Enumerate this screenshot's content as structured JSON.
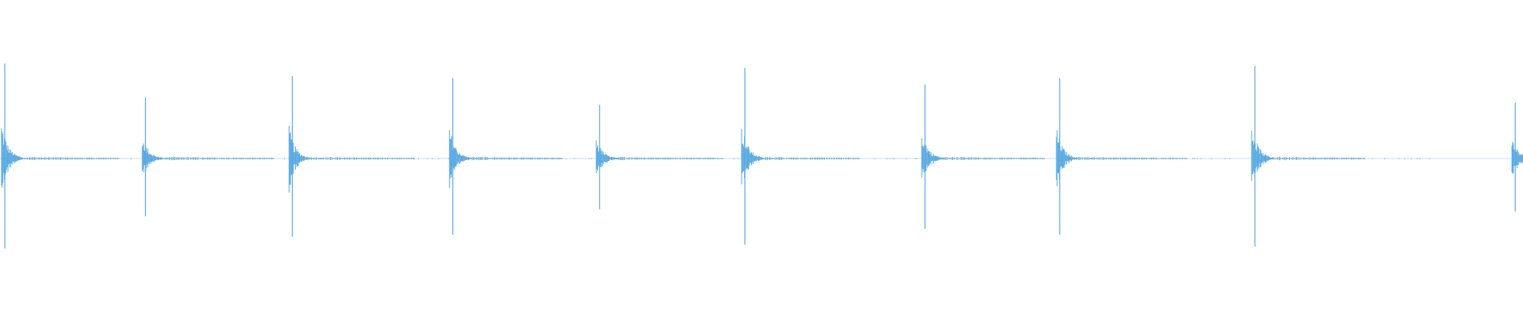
{
  "waveform": {
    "color": "#5aaae2",
    "background": "#ffffff",
    "transients": [
      {
        "time": 0.0,
        "amplitude": 0.92
      },
      {
        "time": 0.093,
        "amplitude": 0.59
      },
      {
        "time": 0.19,
        "amplitude": 0.8
      },
      {
        "time": 0.296,
        "amplitude": 0.78
      },
      {
        "time": 0.393,
        "amplitude": 0.52
      },
      {
        "time": 0.489,
        "amplitude": 0.88
      },
      {
        "time": 0.608,
        "amplitude": 0.72
      },
      {
        "time": 0.697,
        "amplitude": 0.78
      },
      {
        "time": 0.826,
        "amplitude": 0.9
      },
      {
        "time": 0.998,
        "amplitude": 0.54
      }
    ]
  }
}
